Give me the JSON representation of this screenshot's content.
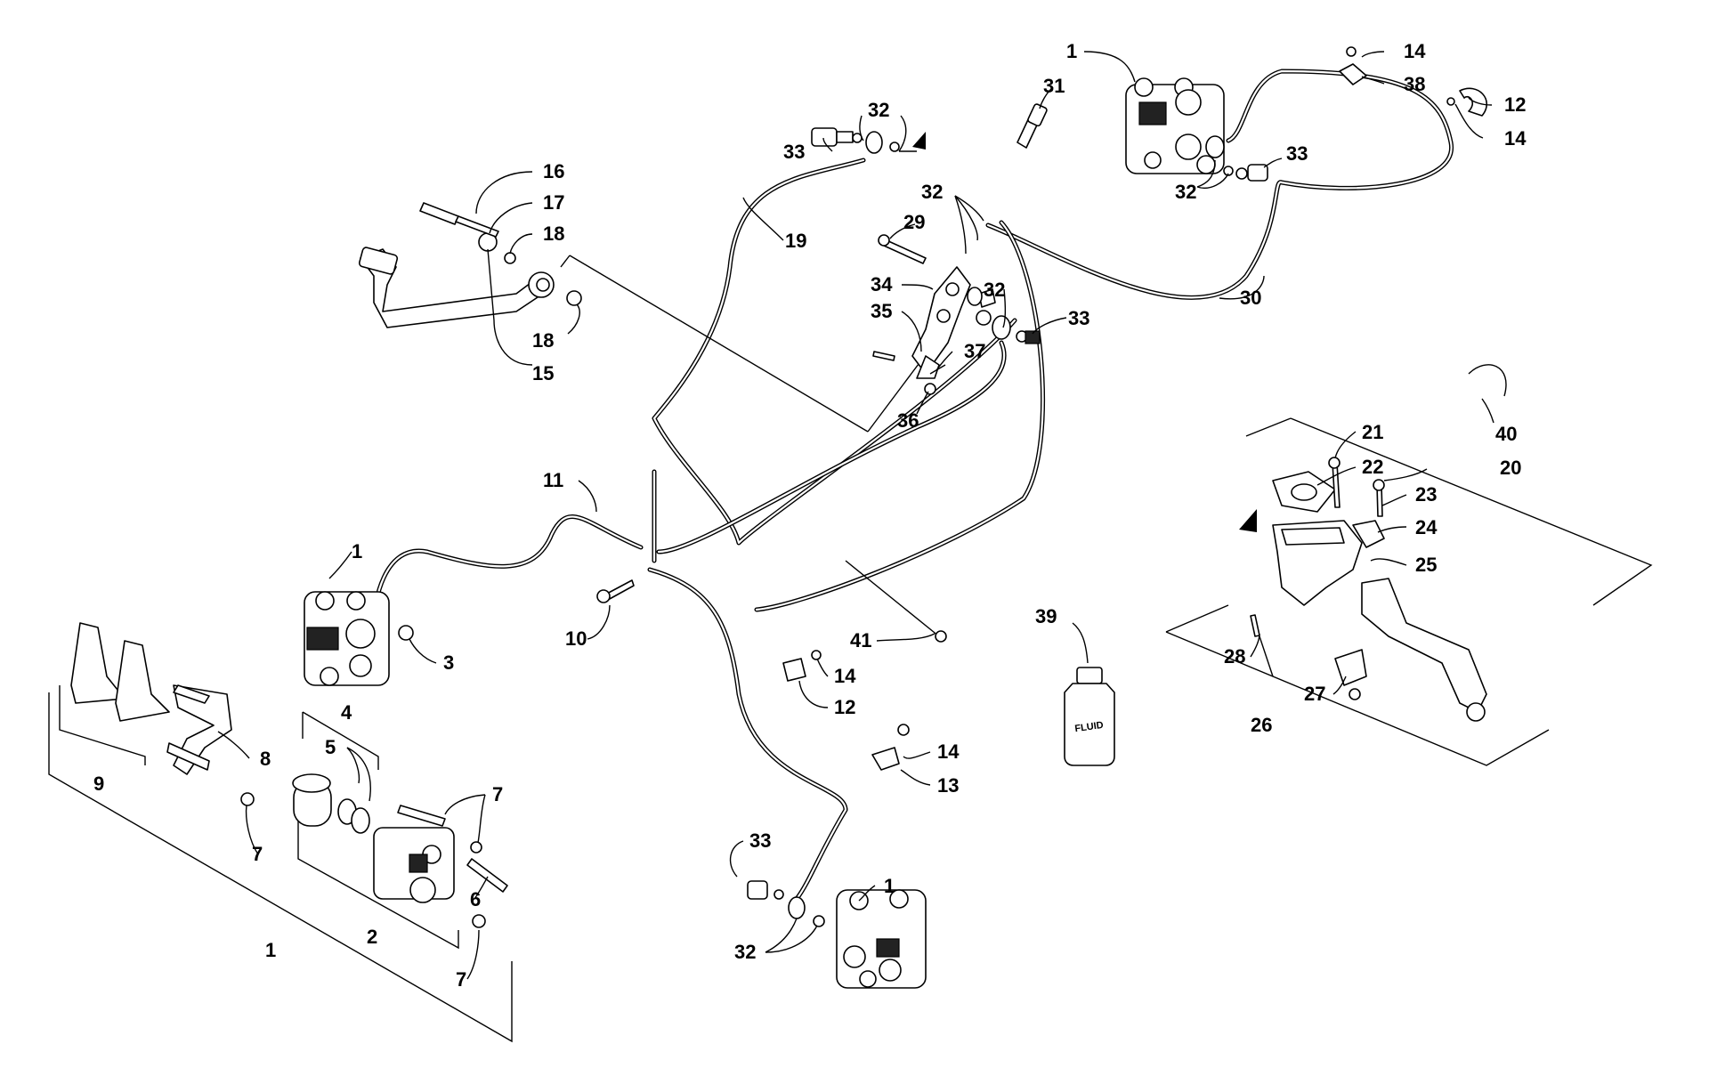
{
  "callouts": [
    {
      "id": "c-1a",
      "text": "1"
    },
    {
      "id": "c-14a",
      "text": "14"
    },
    {
      "id": "c-31",
      "text": "31"
    },
    {
      "id": "c-32a",
      "text": "32"
    },
    {
      "id": "c-38",
      "text": "38"
    },
    {
      "id": "c-12a",
      "text": "12"
    },
    {
      "id": "c-33a",
      "text": "33"
    },
    {
      "id": "c-14b",
      "text": "14"
    },
    {
      "id": "c-33b",
      "text": "33"
    },
    {
      "id": "c-32b",
      "text": "32"
    },
    {
      "id": "c-32c",
      "text": "32"
    },
    {
      "id": "c-16",
      "text": "16"
    },
    {
      "id": "c-17",
      "text": "17"
    },
    {
      "id": "c-18a",
      "text": "18"
    },
    {
      "id": "c-19",
      "text": "19"
    },
    {
      "id": "c-29",
      "text": "29"
    },
    {
      "id": "c-30",
      "text": "30"
    },
    {
      "id": "c-34",
      "text": "34"
    },
    {
      "id": "c-32d",
      "text": "32"
    },
    {
      "id": "c-35",
      "text": "35"
    },
    {
      "id": "c-33c",
      "text": "33"
    },
    {
      "id": "c-18b",
      "text": "18"
    },
    {
      "id": "c-15",
      "text": "15"
    },
    {
      "id": "c-37",
      "text": "37"
    },
    {
      "id": "c-36",
      "text": "36"
    },
    {
      "id": "c-40",
      "text": "40"
    },
    {
      "id": "c-21",
      "text": "21"
    },
    {
      "id": "c-20",
      "text": "20"
    },
    {
      "id": "c-11",
      "text": "11"
    },
    {
      "id": "c-22",
      "text": "22"
    },
    {
      "id": "c-23",
      "text": "23"
    },
    {
      "id": "c-24",
      "text": "24"
    },
    {
      "id": "c-1b",
      "text": "1"
    },
    {
      "id": "c-25",
      "text": "25"
    },
    {
      "id": "c-3",
      "text": "3"
    },
    {
      "id": "c-10",
      "text": "10"
    },
    {
      "id": "c-41",
      "text": "41"
    },
    {
      "id": "c-39",
      "text": "39"
    },
    {
      "id": "c-14c",
      "text": "14"
    },
    {
      "id": "c-28",
      "text": "28"
    },
    {
      "id": "c-27",
      "text": "27"
    },
    {
      "id": "c-4",
      "text": "4"
    },
    {
      "id": "c-12b",
      "text": "12"
    },
    {
      "id": "c-26",
      "text": "26"
    },
    {
      "id": "c-5",
      "text": "5"
    },
    {
      "id": "c-8",
      "text": "8"
    },
    {
      "id": "c-14d",
      "text": "14"
    },
    {
      "id": "c-9",
      "text": "9"
    },
    {
      "id": "c-13",
      "text": "13"
    },
    {
      "id": "c-7a",
      "text": "7"
    },
    {
      "id": "c-7b",
      "text": "7"
    },
    {
      "id": "c-33d",
      "text": "33"
    },
    {
      "id": "c-6",
      "text": "6"
    },
    {
      "id": "c-1c",
      "text": "1"
    },
    {
      "id": "c-2",
      "text": "2"
    },
    {
      "id": "c-1d",
      "text": "1"
    },
    {
      "id": "c-32e",
      "text": "32"
    },
    {
      "id": "c-7c",
      "text": "7"
    }
  ],
  "bottle_label": "FLUID"
}
